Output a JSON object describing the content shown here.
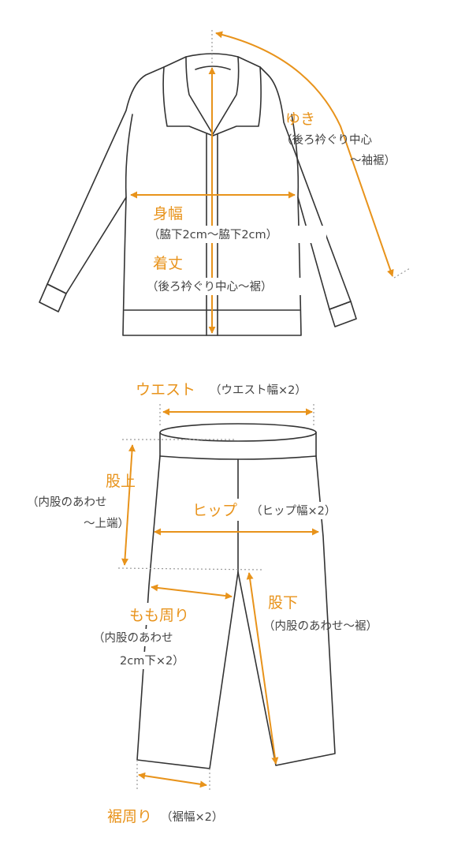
{
  "colors": {
    "accent": "#e8931b",
    "line": "#333333",
    "text": "#444444",
    "guide": "#999999"
  },
  "jacket": {
    "yuki": {
      "label": "ゆき",
      "note1": "（後ろ衿ぐり中心",
      "note2": "〜袖裾）"
    },
    "mihaba": {
      "label": "身幅",
      "note": "（脇下2cm〜脇下2cm）"
    },
    "kitake": {
      "label": "着丈",
      "note": "（後ろ衿ぐり中心〜裾）"
    }
  },
  "pants": {
    "waist": {
      "label": "ウエスト",
      "note": "（ウエスト幅×2）"
    },
    "matagami": {
      "label": "股上",
      "note1": "（内股のあわせ",
      "note2": "〜上端）"
    },
    "hip": {
      "label": "ヒップ",
      "note": "（ヒップ幅×2）"
    },
    "momomawari": {
      "label": "もも周り",
      "note1": "（内股のあわせ",
      "note2": "2cm下×2）"
    },
    "matashita": {
      "label": "股下",
      "note": "（内股のあわせ〜裾）"
    },
    "susomawari": {
      "label": "裾周り",
      "note": "（裾幅×2）"
    }
  }
}
